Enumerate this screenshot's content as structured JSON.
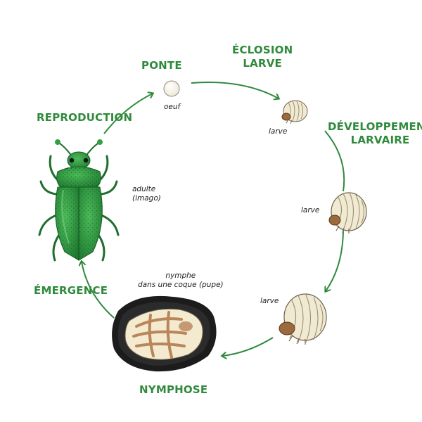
{
  "diagram": {
    "colors": {
      "arrow": "#2f8a3c",
      "label": "#2f8a3c",
      "beetle": "#34a046",
      "beetle_dark": "#1f6e2c",
      "larva_body": "#f1ead3",
      "larva_head": "#9a6b3c",
      "cocoon": "#1c1c1c",
      "pupa": "#f3ead0",
      "pupa_marks": "#b98559"
    },
    "stages": {
      "ponte": "PONTE",
      "eclosion_line1": "ÉCLOSION",
      "eclosion_line2": "LARVE",
      "developpement_line1": "DÉVELOPPEMENT",
      "developpement_line2": "LARVAIRE",
      "nymphose": "NYMPHOSE",
      "emergence": "ÉMERGENCE",
      "reproduction": "REPRODUCTION"
    },
    "notes": {
      "oeuf": "oeuf",
      "larve_1": "larve",
      "larve_2": "larve",
      "larve_3": "larve",
      "nymphe_line1": "nymphe",
      "nymphe_line2": "dans une coque (pupe)",
      "adulte_line1": "adulte",
      "adulte_line2": "(imago)"
    }
  }
}
